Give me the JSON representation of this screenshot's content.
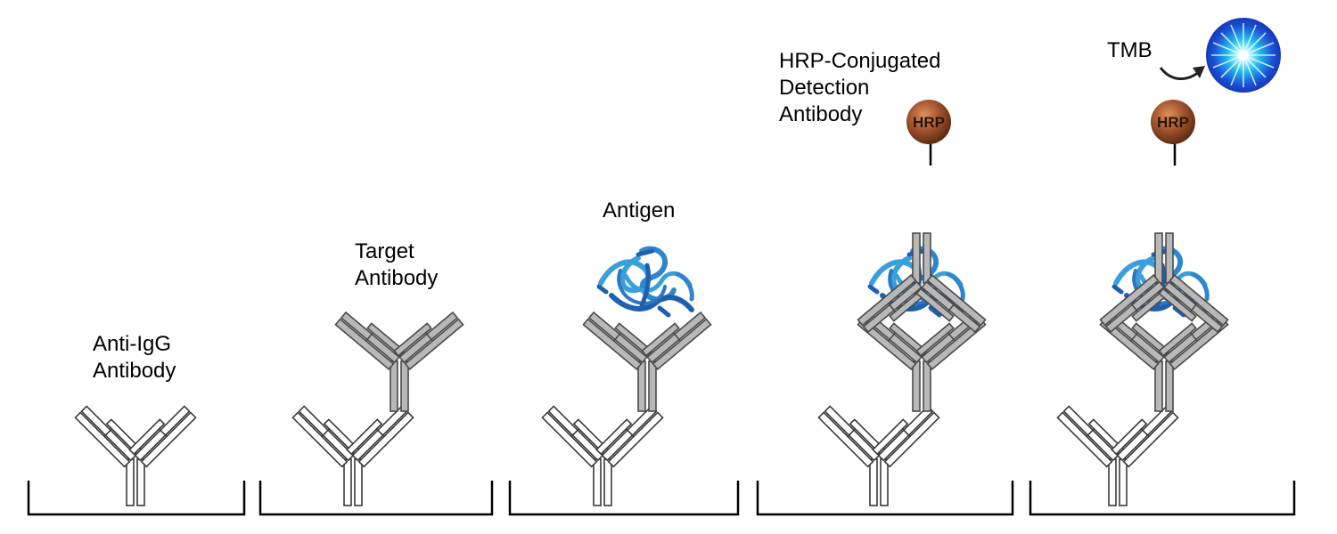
{
  "steps": [
    {
      "label_lines": [
        "Anti-IgG",
        "Antibody"
      ]
    },
    {
      "label_lines": [
        "Target",
        "Antibody"
      ]
    },
    {
      "label_lines": [
        "Antigen"
      ]
    },
    {
      "label_lines": [
        "HRP-Conjugated",
        "Detection",
        "Antibody"
      ]
    },
    {
      "label_lines": [
        "TMB"
      ]
    }
  ],
  "hrp_label": "HRP",
  "colors": {
    "outline_antibody": "#3a3a3a",
    "target_antibody_fill": "#b8b8b8",
    "antigen_light": "#3aa0dc",
    "antigen_dark": "#1f5fb0",
    "hrp_ball": "#a0522d",
    "tmb_glow": "#1e90ff"
  }
}
